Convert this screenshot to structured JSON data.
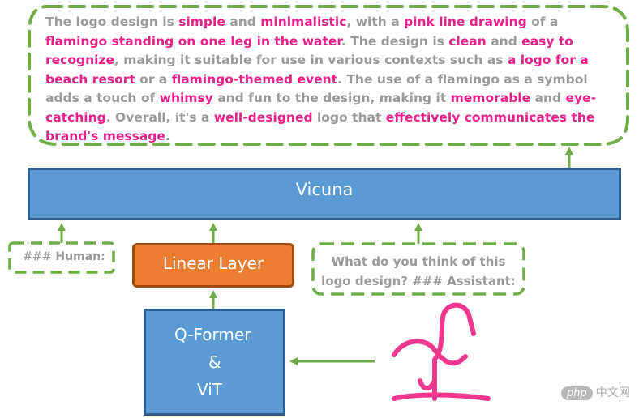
{
  "output": {
    "segments": [
      {
        "t": "The logo design is ",
        "h": false
      },
      {
        "t": "simple",
        "h": true
      },
      {
        "t": " and ",
        "h": false
      },
      {
        "t": "minimalistic",
        "h": true
      },
      {
        "t": ", with a ",
        "h": false
      },
      {
        "t": "pink line drawing",
        "h": true
      },
      {
        "t": " of a ",
        "h": false
      },
      {
        "t": "flamingo standing on one leg in the water",
        "h": true
      },
      {
        "t": ". The design is ",
        "h": false
      },
      {
        "t": "clean",
        "h": true
      },
      {
        "t": " and ",
        "h": false
      },
      {
        "t": "easy to recognize",
        "h": true
      },
      {
        "t": ", making it suitable for use in various contexts such as ",
        "h": false
      },
      {
        "t": "a logo for a beach resort",
        "h": true
      },
      {
        "t": " or a ",
        "h": false
      },
      {
        "t": "flamingo-themed event",
        "h": true
      },
      {
        "t": ". The use of a flamingo as a symbol adds a touch of ",
        "h": false
      },
      {
        "t": "whimsy",
        "h": true
      },
      {
        "t": " and fun to the design, making it ",
        "h": false
      },
      {
        "t": "memorable",
        "h": true
      },
      {
        "t": " and ",
        "h": false
      },
      {
        "t": "eye-catching",
        "h": true
      },
      {
        "t": ". Overall, it's a ",
        "h": false
      },
      {
        "t": "well-designed",
        "h": true
      },
      {
        "t": " logo that ",
        "h": false
      },
      {
        "t": "effectively communicates the brand's message",
        "h": true
      },
      {
        "t": ".",
        "h": false
      }
    ]
  },
  "vicuna": {
    "label": "Vicuna",
    "icon": "llama-icon"
  },
  "linear_layer": {
    "label": "Linear Layer"
  },
  "qformer": {
    "line1": "Q-Former",
    "line2": "&",
    "line3": "ViT"
  },
  "human_prompt": {
    "label": "### Human:"
  },
  "question_prompt": {
    "line1": "What do you think of this",
    "line2": "logo design? ### Assistant:"
  },
  "watermark": {
    "badge": "php",
    "text": "中文网"
  },
  "colors": {
    "highlight": "#e8218a",
    "gray_text": "#9a9a9a",
    "dashed_border": "#70ad47",
    "arrow": "#70ad47",
    "vicuna_fill": "#5b9bd5",
    "linear_fill": "#ed7d31",
    "flamingo": "#f0388f"
  }
}
